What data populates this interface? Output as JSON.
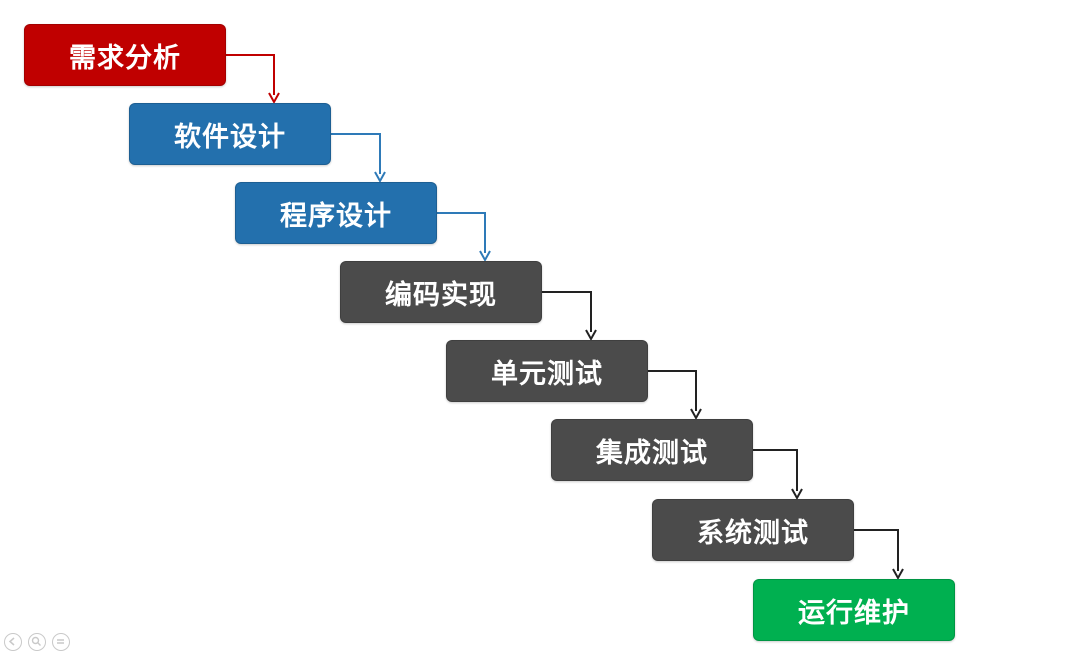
{
  "steps": [
    {
      "label": "需求分析",
      "color": "#c00000"
    },
    {
      "label": "软件设计",
      "color": "#2370ad"
    },
    {
      "label": "程序设计",
      "color": "#2370ad"
    },
    {
      "label": "编码实现",
      "color": "#4b4b4b"
    },
    {
      "label": "单元测试",
      "color": "#4b4b4b"
    },
    {
      "label": "集成测试",
      "color": "#4b4b4b"
    },
    {
      "label": "系统测试",
      "color": "#4b4b4b"
    },
    {
      "label": "运行维护",
      "color": "#00b050"
    }
  ],
  "arrow_colors": [
    "#c00000",
    "#2e7ab8",
    "#2e7ab8",
    "#222222",
    "#222222",
    "#222222",
    "#222222"
  ],
  "viewer_controls": [
    {
      "icon": "previous-icon"
    },
    {
      "icon": "zoom-icon"
    },
    {
      "icon": "menu-icon"
    }
  ]
}
